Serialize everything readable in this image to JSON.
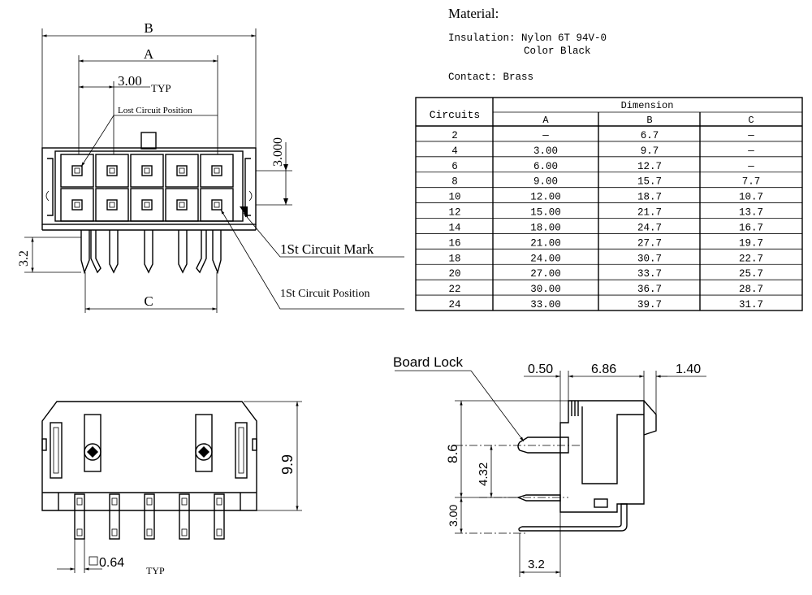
{
  "top_view": {
    "dim_B": "B",
    "dim_A": "A",
    "dim_pitch": "3.00",
    "dim_pitch_typ": "TYP",
    "dim_row": "3.000",
    "dim_height": "3.2",
    "dim_C": "C",
    "lost_circuit": "Lost Circuit Position",
    "first_mark": "1St Circuit Mark",
    "first_position": "1St Circuit Position"
  },
  "material": {
    "title": "Material:",
    "insulation": "Insulation: Nylon 6T 94V-0",
    "color": "Color Black",
    "contact": "Contact: Brass"
  },
  "table": {
    "col_circuits": "Circuits",
    "col_dimension": "Dimension",
    "col_a": "A",
    "col_b": "B",
    "col_c": "C",
    "rows": [
      [
        "2",
        "—",
        "6.7",
        "—"
      ],
      [
        "4",
        "3.00",
        "9.7",
        "—"
      ],
      [
        "6",
        "6.00",
        "12.7",
        "—"
      ],
      [
        "8",
        "9.00",
        "15.7",
        "7.7"
      ],
      [
        "10",
        "12.00",
        "18.7",
        "10.7"
      ],
      [
        "12",
        "15.00",
        "21.7",
        "13.7"
      ],
      [
        "14",
        "18.00",
        "24.7",
        "16.7"
      ],
      [
        "16",
        "21.00",
        "27.7",
        "19.7"
      ],
      [
        "18",
        "24.00",
        "30.7",
        "22.7"
      ],
      [
        "20",
        "27.00",
        "33.7",
        "25.7"
      ],
      [
        "22",
        "30.00",
        "36.7",
        "28.7"
      ],
      [
        "24",
        "33.00",
        "39.7",
        "31.7"
      ]
    ]
  },
  "front_view": {
    "dim_height": "9.9",
    "dim_pin": "0.64",
    "dim_pin_typ": "TYP",
    "square_symbol": "□"
  },
  "side_view": {
    "board_lock": "Board Lock",
    "dim_050": "0.50",
    "dim_686": "6.86",
    "dim_140": "1.40",
    "dim_86": "8.6",
    "dim_432": "4.32",
    "dim_300": "3.00",
    "dim_32": "3.2"
  }
}
